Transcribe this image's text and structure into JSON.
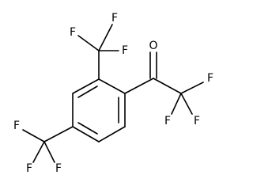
{
  "molecule": {
    "atoms": {
      "o1": "O",
      "f1": "F",
      "f2": "F",
      "f3": "F",
      "f4": "F",
      "f5": "F",
      "f6": "F",
      "f7": "F",
      "f8": "F",
      "f9": "F"
    }
  },
  "colors": {
    "ink": "#000000",
    "background": "#ffffff"
  }
}
